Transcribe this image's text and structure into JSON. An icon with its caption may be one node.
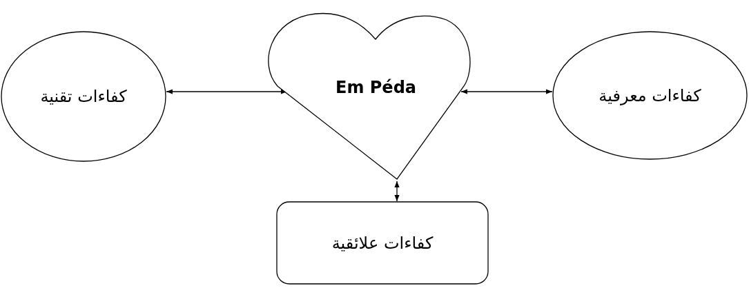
{
  "diagram": {
    "nodes": [
      {
        "text": [
          "كفاءات تقنية"
        ]
      },
      {
        "text": [
          "Em Péda"
        ]
      },
      {
        "text": [
          "كفاءات معرفية"
        ]
      },
      {
        "text": [
          "كفاءات علائقية"
        ]
      }
    ],
    "edges": [
      {
        "from": 0,
        "to": 1,
        "arrow": "both"
      },
      {
        "from": 1,
        "to": 2,
        "arrow": "both"
      },
      {
        "from": 1,
        "to": 3,
        "arrow": "both"
      }
    ]
  }
}
